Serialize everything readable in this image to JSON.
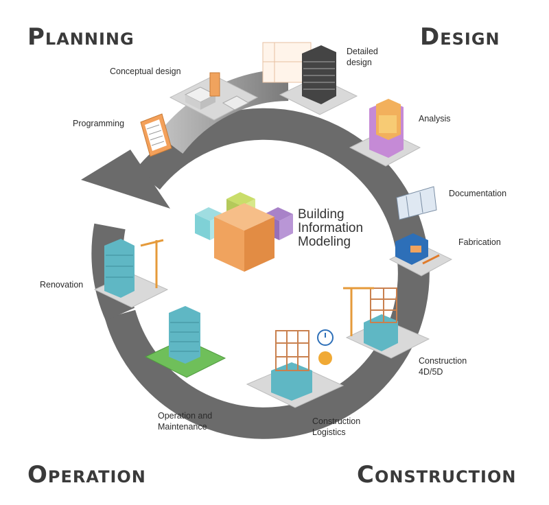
{
  "corners": {
    "planning": "Planning",
    "design": "Design",
    "operation": "Operation",
    "construction": "Construction"
  },
  "center": {
    "line1": "Building",
    "line2": "Information",
    "line3": "Modeling"
  },
  "stages": {
    "conceptual_design": "Conceptual design",
    "detailed_design_1": "Detailed",
    "detailed_design_2": "design",
    "programming": "Programming",
    "analysis": "Analysis",
    "documentation": "Documentation",
    "fabrication": "Fabrication",
    "renovation": "Renovation",
    "construction_4d5d_1": "Construction",
    "construction_4d5d_2": "4D/5D",
    "operation_1": "Operation and",
    "operation_2": "Maintenance",
    "logistics_1": "Construction",
    "logistics_2": "Logistics"
  },
  "colors": {
    "ring": "#6b6b6b",
    "cube_orange": "#f0a35e",
    "cube_teal": "#7fd1d6",
    "cube_green": "#c9dd6a",
    "cube_purple": "#a882c8"
  }
}
